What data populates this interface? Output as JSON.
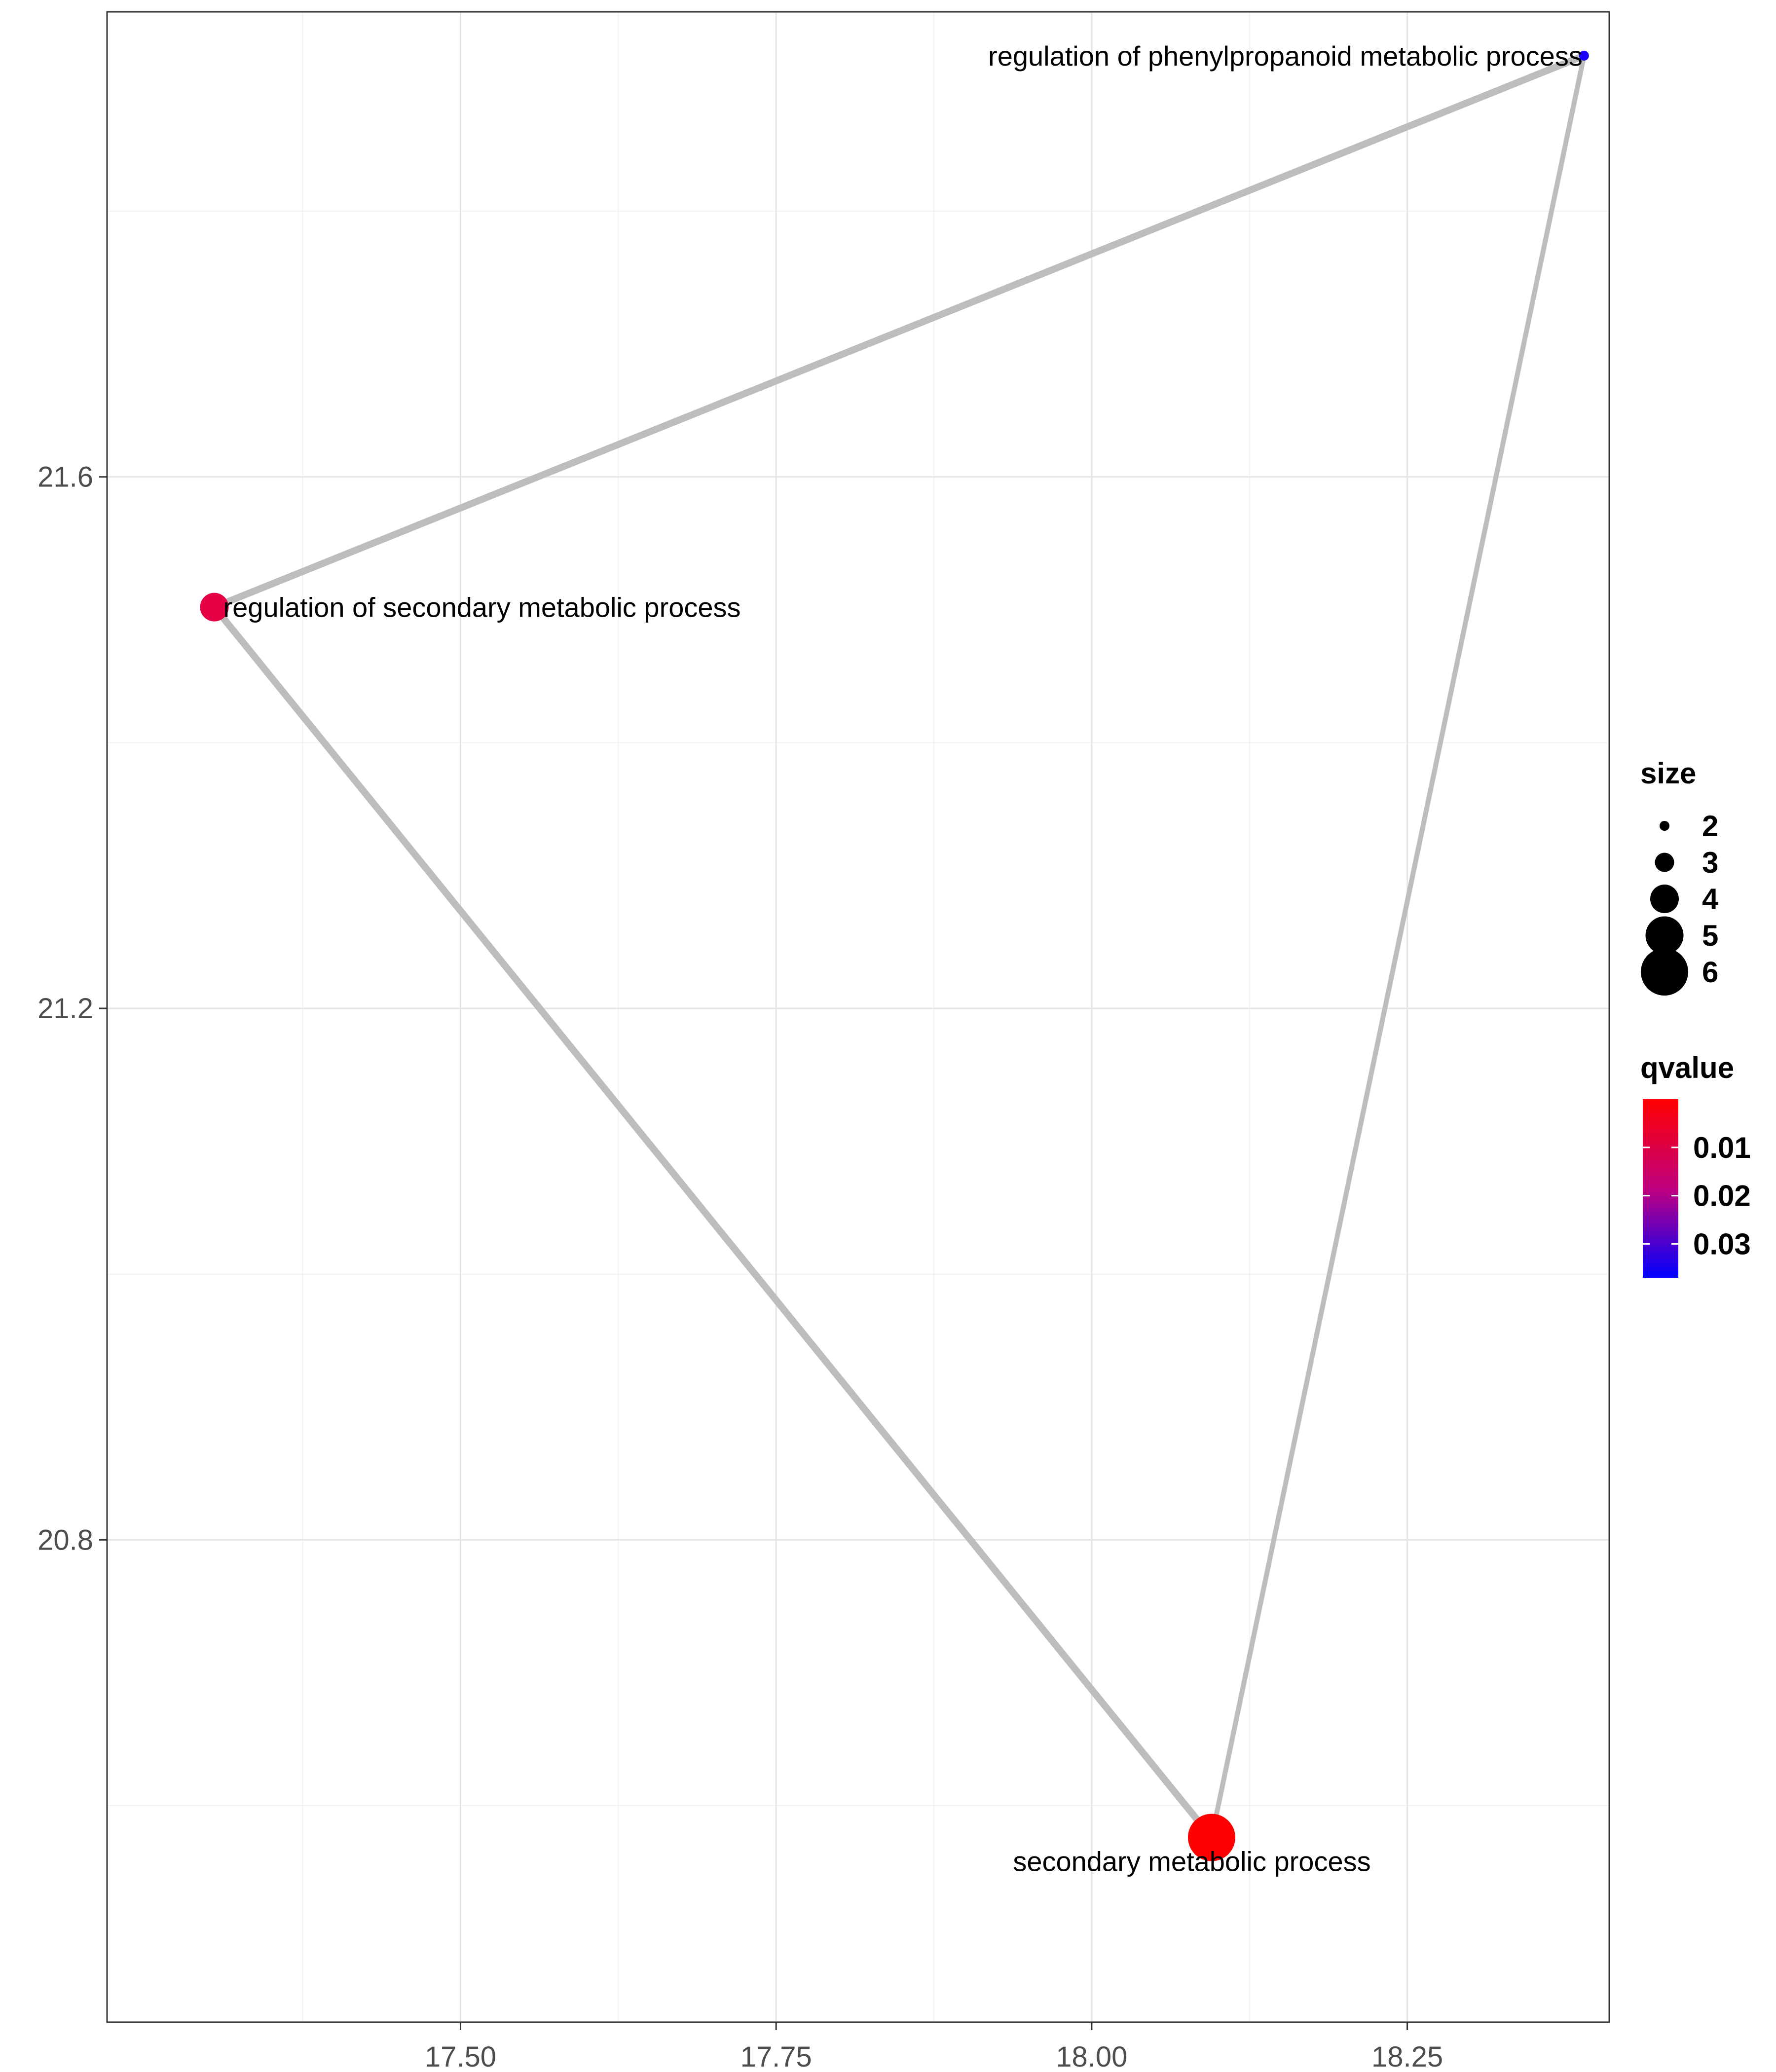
{
  "chart_data": {
    "type": "scatter",
    "xlim": [
      17.22,
      18.41
    ],
    "ylim": [
      20.437,
      21.95
    ],
    "x_ticks": [
      {
        "value": 17.5,
        "label": "17.50"
      },
      {
        "value": 17.75,
        "label": "17.75"
      },
      {
        "value": 18.0,
        "label": "18.00"
      },
      {
        "value": 18.25,
        "label": "18.25"
      }
    ],
    "y_ticks": [
      {
        "value": 20.8,
        "label": "20.8"
      },
      {
        "value": 21.2,
        "label": "21.2"
      },
      {
        "value": 21.6,
        "label": "21.6"
      }
    ],
    "x_minor_ticks": [
      17.375,
      17.625,
      17.875,
      18.125
    ],
    "y_minor_ticks": [
      20.6,
      21.0,
      21.4,
      21.8
    ],
    "grid": true,
    "nodes": [
      {
        "id": "n1",
        "label": "regulation of phenylpropanoid metabolic process",
        "x": 18.39,
        "y": 21.917,
        "size": 2,
        "qvalue": 0.035,
        "color": "#1a00ff",
        "label_anchor": "left-of-point"
      },
      {
        "id": "n2",
        "label": "regulation of secondary metabolic process",
        "x": 17.305,
        "y": 21.502,
        "size": 4,
        "qvalue": 0.012,
        "color": "#e60045",
        "label_anchor": "right-of-point"
      },
      {
        "id": "n3",
        "label": "secondary metabolic process",
        "x": 18.095,
        "y": 20.576,
        "size": 6,
        "qvalue": 0.001,
        "color": "#ff0000",
        "label_anchor": "below-point"
      }
    ],
    "edges": [
      {
        "from": "n1",
        "to": "n2",
        "weight": "thick"
      },
      {
        "from": "n2",
        "to": "n3",
        "weight": "thick"
      },
      {
        "from": "n1",
        "to": "n3",
        "weight": "thin"
      }
    ],
    "legend": {
      "position": "right",
      "size_title": "size",
      "size_entries": [
        {
          "label": "2",
          "value": 2
        },
        {
          "label": "3",
          "value": 3
        },
        {
          "label": "4",
          "value": 4
        },
        {
          "label": "5",
          "value": 5
        },
        {
          "label": "6",
          "value": 6
        }
      ],
      "color_title": "qvalue",
      "color_entries": [
        {
          "label": "0.01",
          "value": 0.01
        },
        {
          "label": "0.02",
          "value": 0.02
        },
        {
          "label": "0.03",
          "value": 0.03
        }
      ],
      "color_range": [
        0.0,
        0.037
      ],
      "color_low": "#ff0000",
      "color_high": "#0000ff"
    }
  }
}
